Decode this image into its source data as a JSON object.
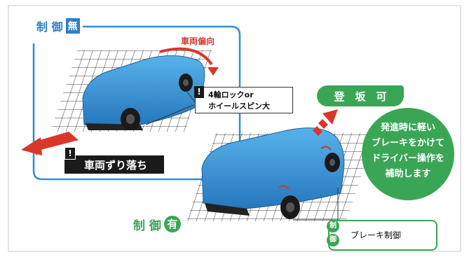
{
  "colors": {
    "frame_blue": "#2f8fd6",
    "title_blue": "#2f7fc4",
    "car_blue": "#3f9ad9",
    "green": "#3aa655",
    "red": "#d8372a",
    "dark": "#1a1a1a"
  },
  "top_left": {
    "title_text": "制 御",
    "title_badge": "無",
    "yaw_label": "車両偏向",
    "warn_mark": "!",
    "warn_text_line1": "4輪ロックor",
    "warn_text_line2": "ホイールスピン大",
    "slide_text": "車両ずり落ち"
  },
  "bottom_right": {
    "title_text": "制 御",
    "title_badge": "有",
    "climb_label": "登　坂　可",
    "assist_line1": "発進時に軽い",
    "assist_line2": "ブレーキをかけて",
    "assist_line3": "ドライバー操作を",
    "assist_line4": "補助します",
    "brake_badge_top": "制",
    "brake_badge_bottom": "御",
    "brake_label": "ブレーキ制御"
  }
}
